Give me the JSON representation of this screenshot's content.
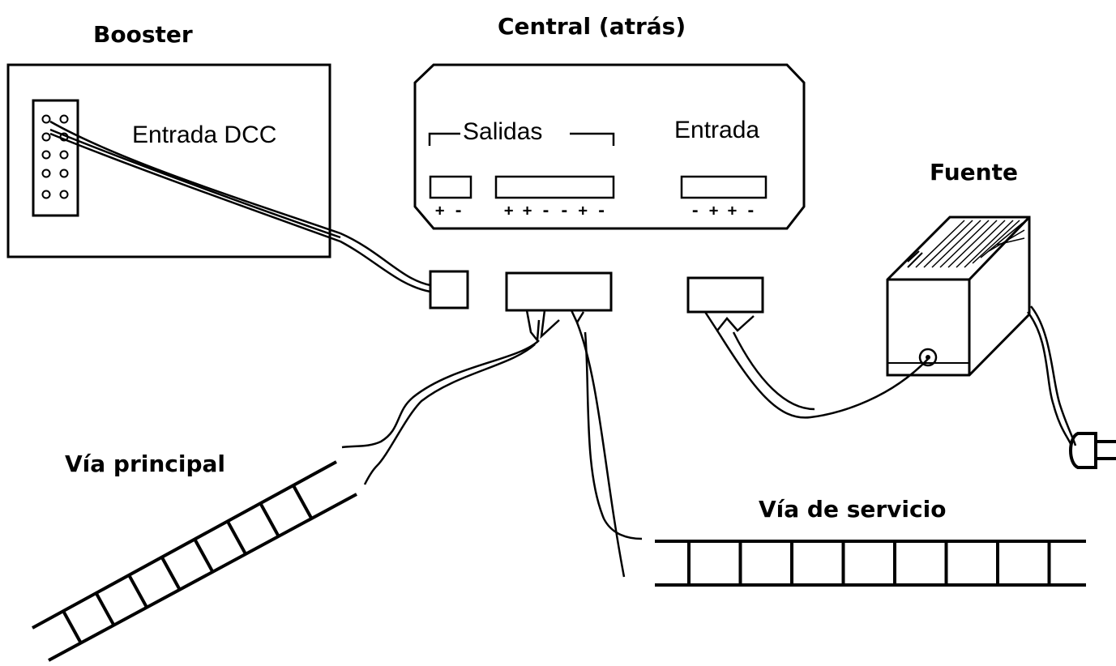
{
  "labels": {
    "booster": "Booster",
    "central": "Central (atrás)",
    "fuente": "Fuente",
    "via_principal": "Vía principal",
    "via_servicio": "Vía de servicio",
    "entrada_dcc": "Entrada DCC",
    "salidas": "Salidas",
    "entrada": "Entrada"
  },
  "polarity": {
    "out1": "+ -",
    "out2": "+ + - - + -",
    "in": "- +  + -"
  },
  "colors": {
    "ink": "#000000",
    "background": "#ffffff"
  }
}
